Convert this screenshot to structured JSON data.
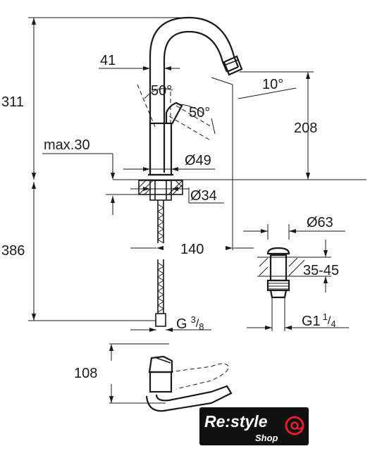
{
  "dimensions": {
    "total_height_above": "311",
    "spout_offset": "41",
    "lever_angle_1": "50°",
    "lever_angle_2": "50°",
    "spout_angle": "10°",
    "spout_height": "208",
    "max_deck": "max.30",
    "base_diameter": "Ø49",
    "hole_diameter": "Ø34",
    "height_below": "386",
    "reach": "140",
    "waste_diameter": "Ø63",
    "waste_range": "35-45",
    "hose_thread_main": "G",
    "hose_thread_num": "3",
    "hose_thread_den": "8",
    "waste_thread_main": "G1",
    "waste_thread_num": "1",
    "waste_thread_den": "4",
    "top_view_dim": "108"
  },
  "logo": {
    "brand": "Re:style",
    "sub": "Shop",
    "bg_color": "#111111",
    "accent_color": "#e0202a"
  }
}
